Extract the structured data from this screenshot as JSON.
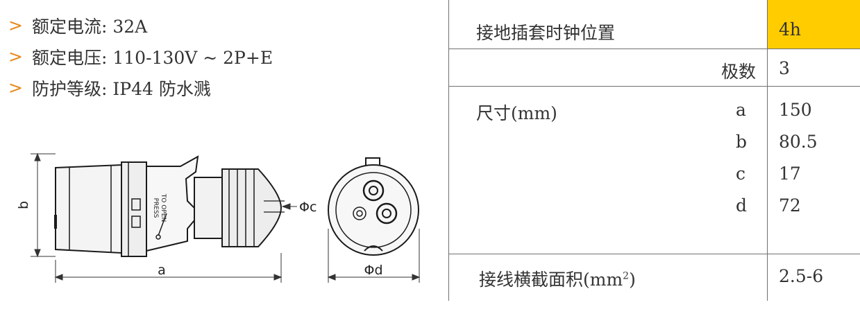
{
  "specs": [
    {
      "label": "额定电流: 32A"
    },
    {
      "label": "额定电压: 110-130V ~ 2P+E"
    },
    {
      "label": "防护等级: IP44  防水溅"
    }
  ],
  "drawing": {
    "side_labels": {
      "a": "a",
      "b": "b",
      "c": "Φc"
    },
    "front_label": "Φd",
    "press_text_1": "PRESS",
    "press_text_2": "TO OPEN"
  },
  "table": {
    "clock_label": "接地插套时钟位置",
    "clock_value": "4h",
    "poles_label": "极数",
    "poles_value": "3",
    "size_label": "尺寸(mm)",
    "dimensions": [
      {
        "key": "a",
        "value": "150"
      },
      {
        "key": "b",
        "value": "80.5"
      },
      {
        "key": "c",
        "value": "17"
      },
      {
        "key": "d",
        "value": "72"
      }
    ],
    "wire_label_main": "接线横截面积(mm",
    "wire_label_sup": "2",
    "wire_label_end": ")",
    "wire_value": "2.5-6"
  },
  "colors": {
    "accent": "#e98a1c",
    "highlight": "#ffcc00"
  }
}
